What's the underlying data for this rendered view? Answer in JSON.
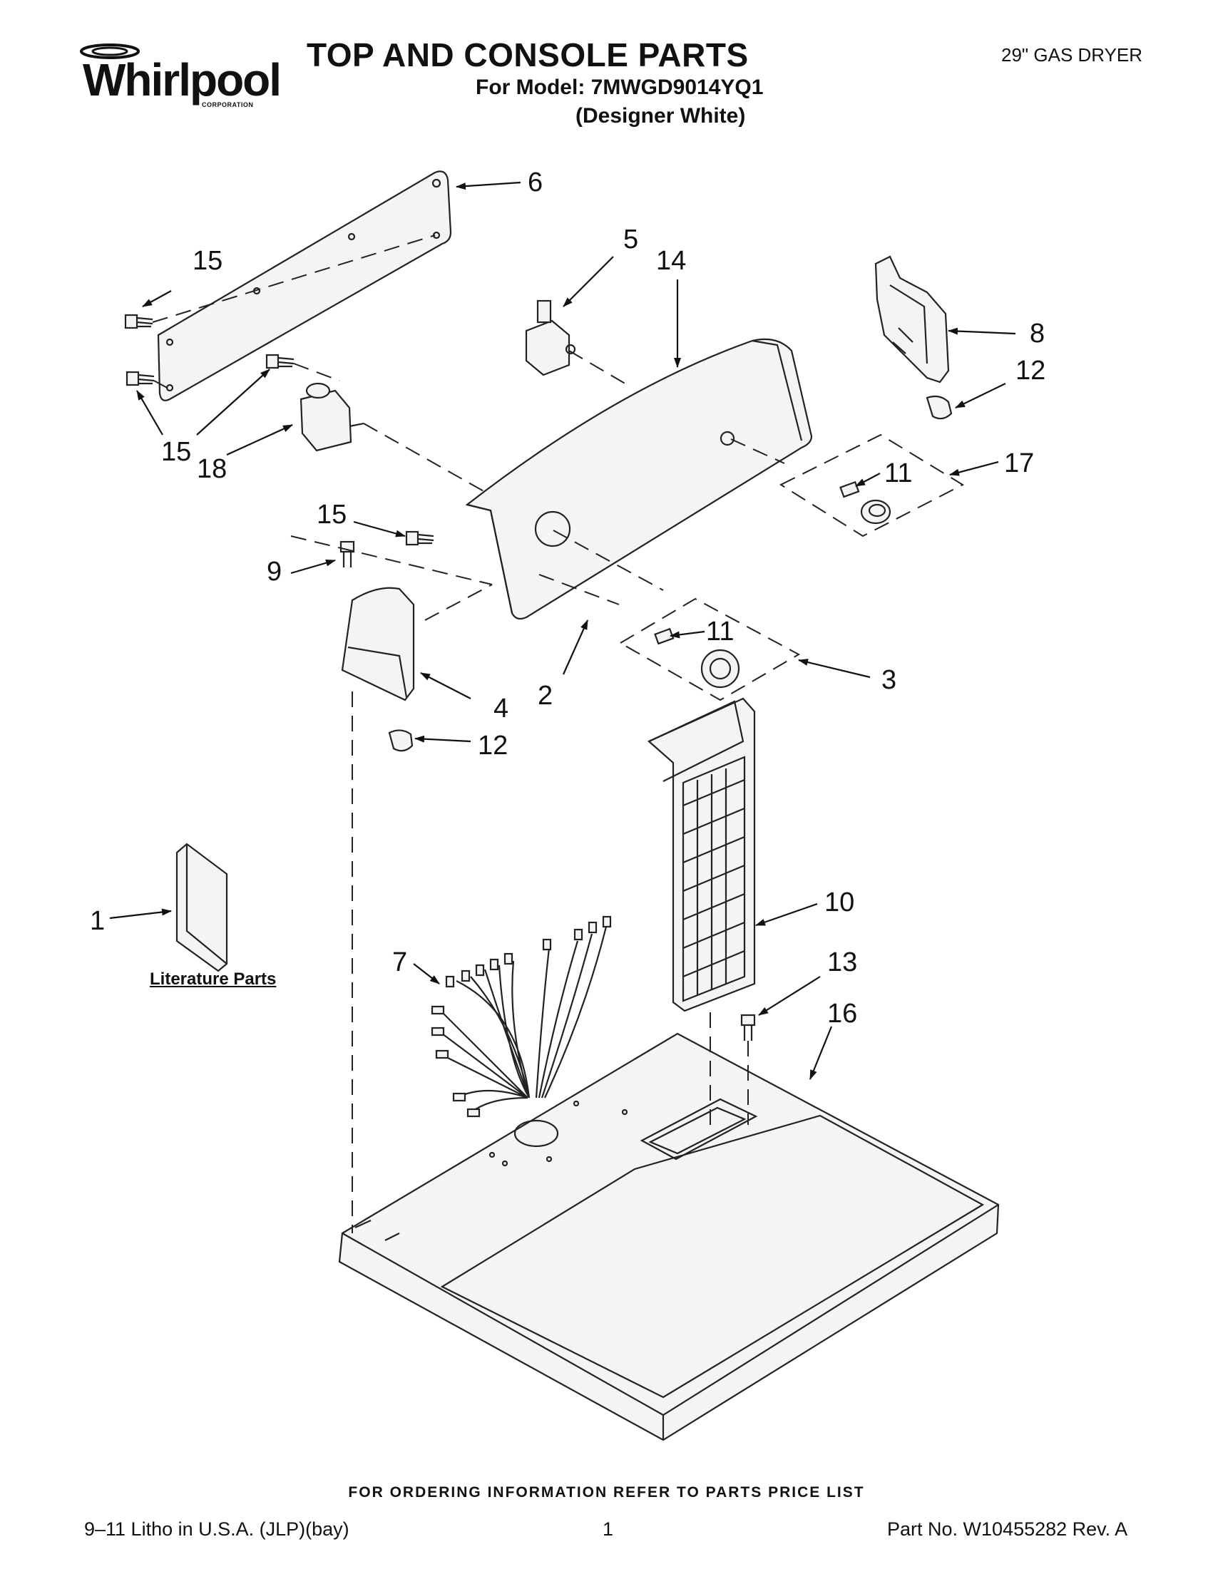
{
  "header": {
    "brand": "Whirlpool",
    "brand_sub": "CORPORATION",
    "title": "TOP AND CONSOLE PARTS",
    "model_line": "For Model: 7MWGD9014YQ1",
    "variant": "(Designer White)",
    "product": "29\" GAS DRYER"
  },
  "callouts": [
    {
      "id": "c6",
      "text": "6"
    },
    {
      "id": "c15a",
      "text": "15"
    },
    {
      "id": "c5",
      "text": "5"
    },
    {
      "id": "c14",
      "text": "14"
    },
    {
      "id": "c8",
      "text": "8"
    },
    {
      "id": "c12a",
      "text": "12"
    },
    {
      "id": "c15b",
      "text": "15"
    },
    {
      "id": "c18",
      "text": "18"
    },
    {
      "id": "c17",
      "text": "17"
    },
    {
      "id": "c11a",
      "text": "11"
    },
    {
      "id": "c15c",
      "text": "15"
    },
    {
      "id": "c9",
      "text": "9"
    },
    {
      "id": "c11b",
      "text": "11"
    },
    {
      "id": "c3",
      "text": "3"
    },
    {
      "id": "c2",
      "text": "2"
    },
    {
      "id": "c4",
      "text": "4"
    },
    {
      "id": "c12b",
      "text": "12"
    },
    {
      "id": "c10",
      "text": "10"
    },
    {
      "id": "c1",
      "text": "1"
    },
    {
      "id": "c7",
      "text": "7"
    },
    {
      "id": "c13",
      "text": "13"
    },
    {
      "id": "c16",
      "text": "16"
    }
  ],
  "literature_label": "Literature Parts",
  "footer": {
    "note": "FOR ORDERING INFORMATION REFER TO PARTS PRICE LIST",
    "litho": "9–11 Litho in U.S.A. (JLP)(bay)",
    "page": "1",
    "part_no": "Part No. W10455282 Rev. A"
  }
}
